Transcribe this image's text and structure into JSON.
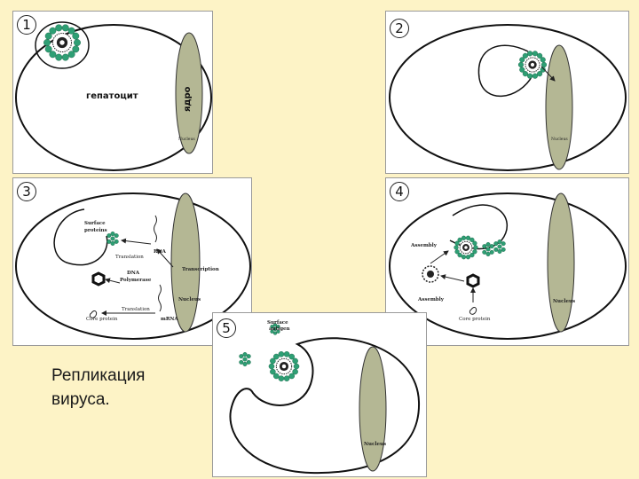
{
  "panels": [
    {
      "number": "1",
      "cell_label": "гепатоцит",
      "nucleus_label": "ядро",
      "nucleus_small": "Nucleus"
    },
    {
      "number": "2",
      "nucleus_small": "Nucleus"
    },
    {
      "number": "3",
      "labels": {
        "surface": "Surface",
        "proteins": "proteins",
        "rna": "RNA",
        "translation": "Translation",
        "transcription": "Transcription",
        "dna": "DNA",
        "polymerase": "Polymerase",
        "nucleus": "Nucleus",
        "translation2": "Translation",
        "core": "Core protein",
        "mrna": "mRNA"
      }
    },
    {
      "number": "4",
      "labels": {
        "assembly_top": "Assembly",
        "assembly_bottom": "Assembly",
        "nucleus": "Nucleus",
        "core": "Core protein"
      }
    },
    {
      "number": "5",
      "labels": {
        "surface": "Surface",
        "antigen": "antigen",
        "nucleus": "Nucleus"
      }
    }
  ],
  "caption_lines": [
    "Репликация",
    "вируса."
  ],
  "colors": {
    "background": "#fdf3c6",
    "nucleus": "#b4b794",
    "virus": "#2e9f74"
  }
}
